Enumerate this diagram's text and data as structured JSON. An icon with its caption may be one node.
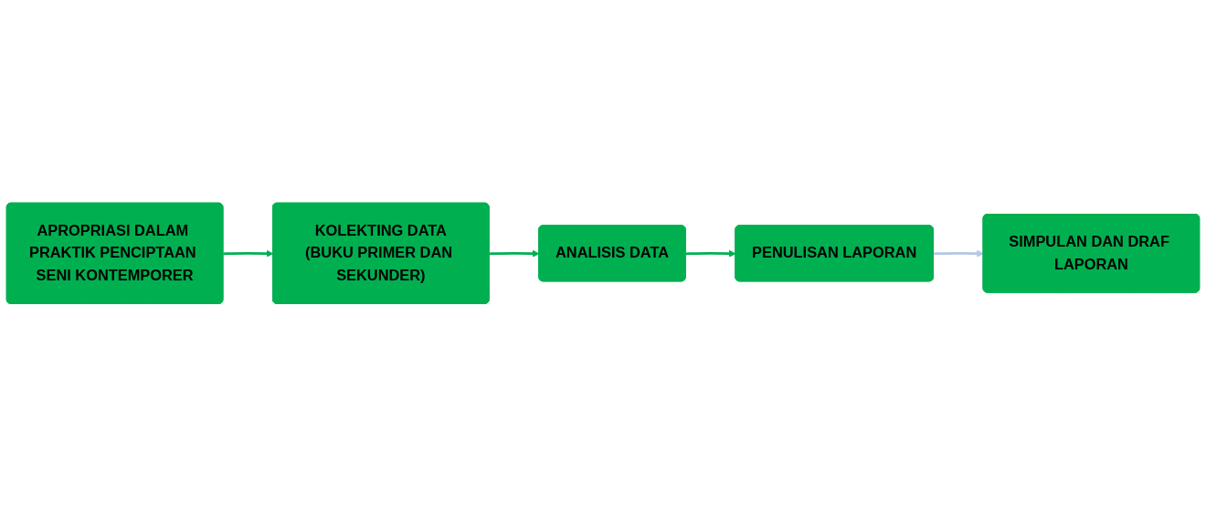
{
  "diagram": {
    "nodes": [
      {
        "text": [
          "APROPRIASI DALAM PRAKTIK PENCIPTAAN SENI KONTEMPORER"
        ]
      },
      {
        "text": [
          "KOLEKTING DATA",
          "(BUKU PRIMER DAN SEKUNDER)"
        ]
      },
      {
        "text": [
          "ANALISIS DATA"
        ]
      },
      {
        "text": [
          "PENULISAN LAPORAN"
        ]
      },
      {
        "text": [
          "SIMPULAN DAN DRAF LAPORAN"
        ]
      }
    ],
    "edges": [
      {
        "from": 0,
        "to": 1,
        "arrow": "to"
      },
      {
        "from": 1,
        "to": 2,
        "arrow": "to"
      },
      {
        "from": 2,
        "to": 3,
        "arrow": "to"
      },
      {
        "from": 3,
        "to": 4,
        "arrow": "to",
        "color": "#b4c7e7"
      }
    ]
  }
}
